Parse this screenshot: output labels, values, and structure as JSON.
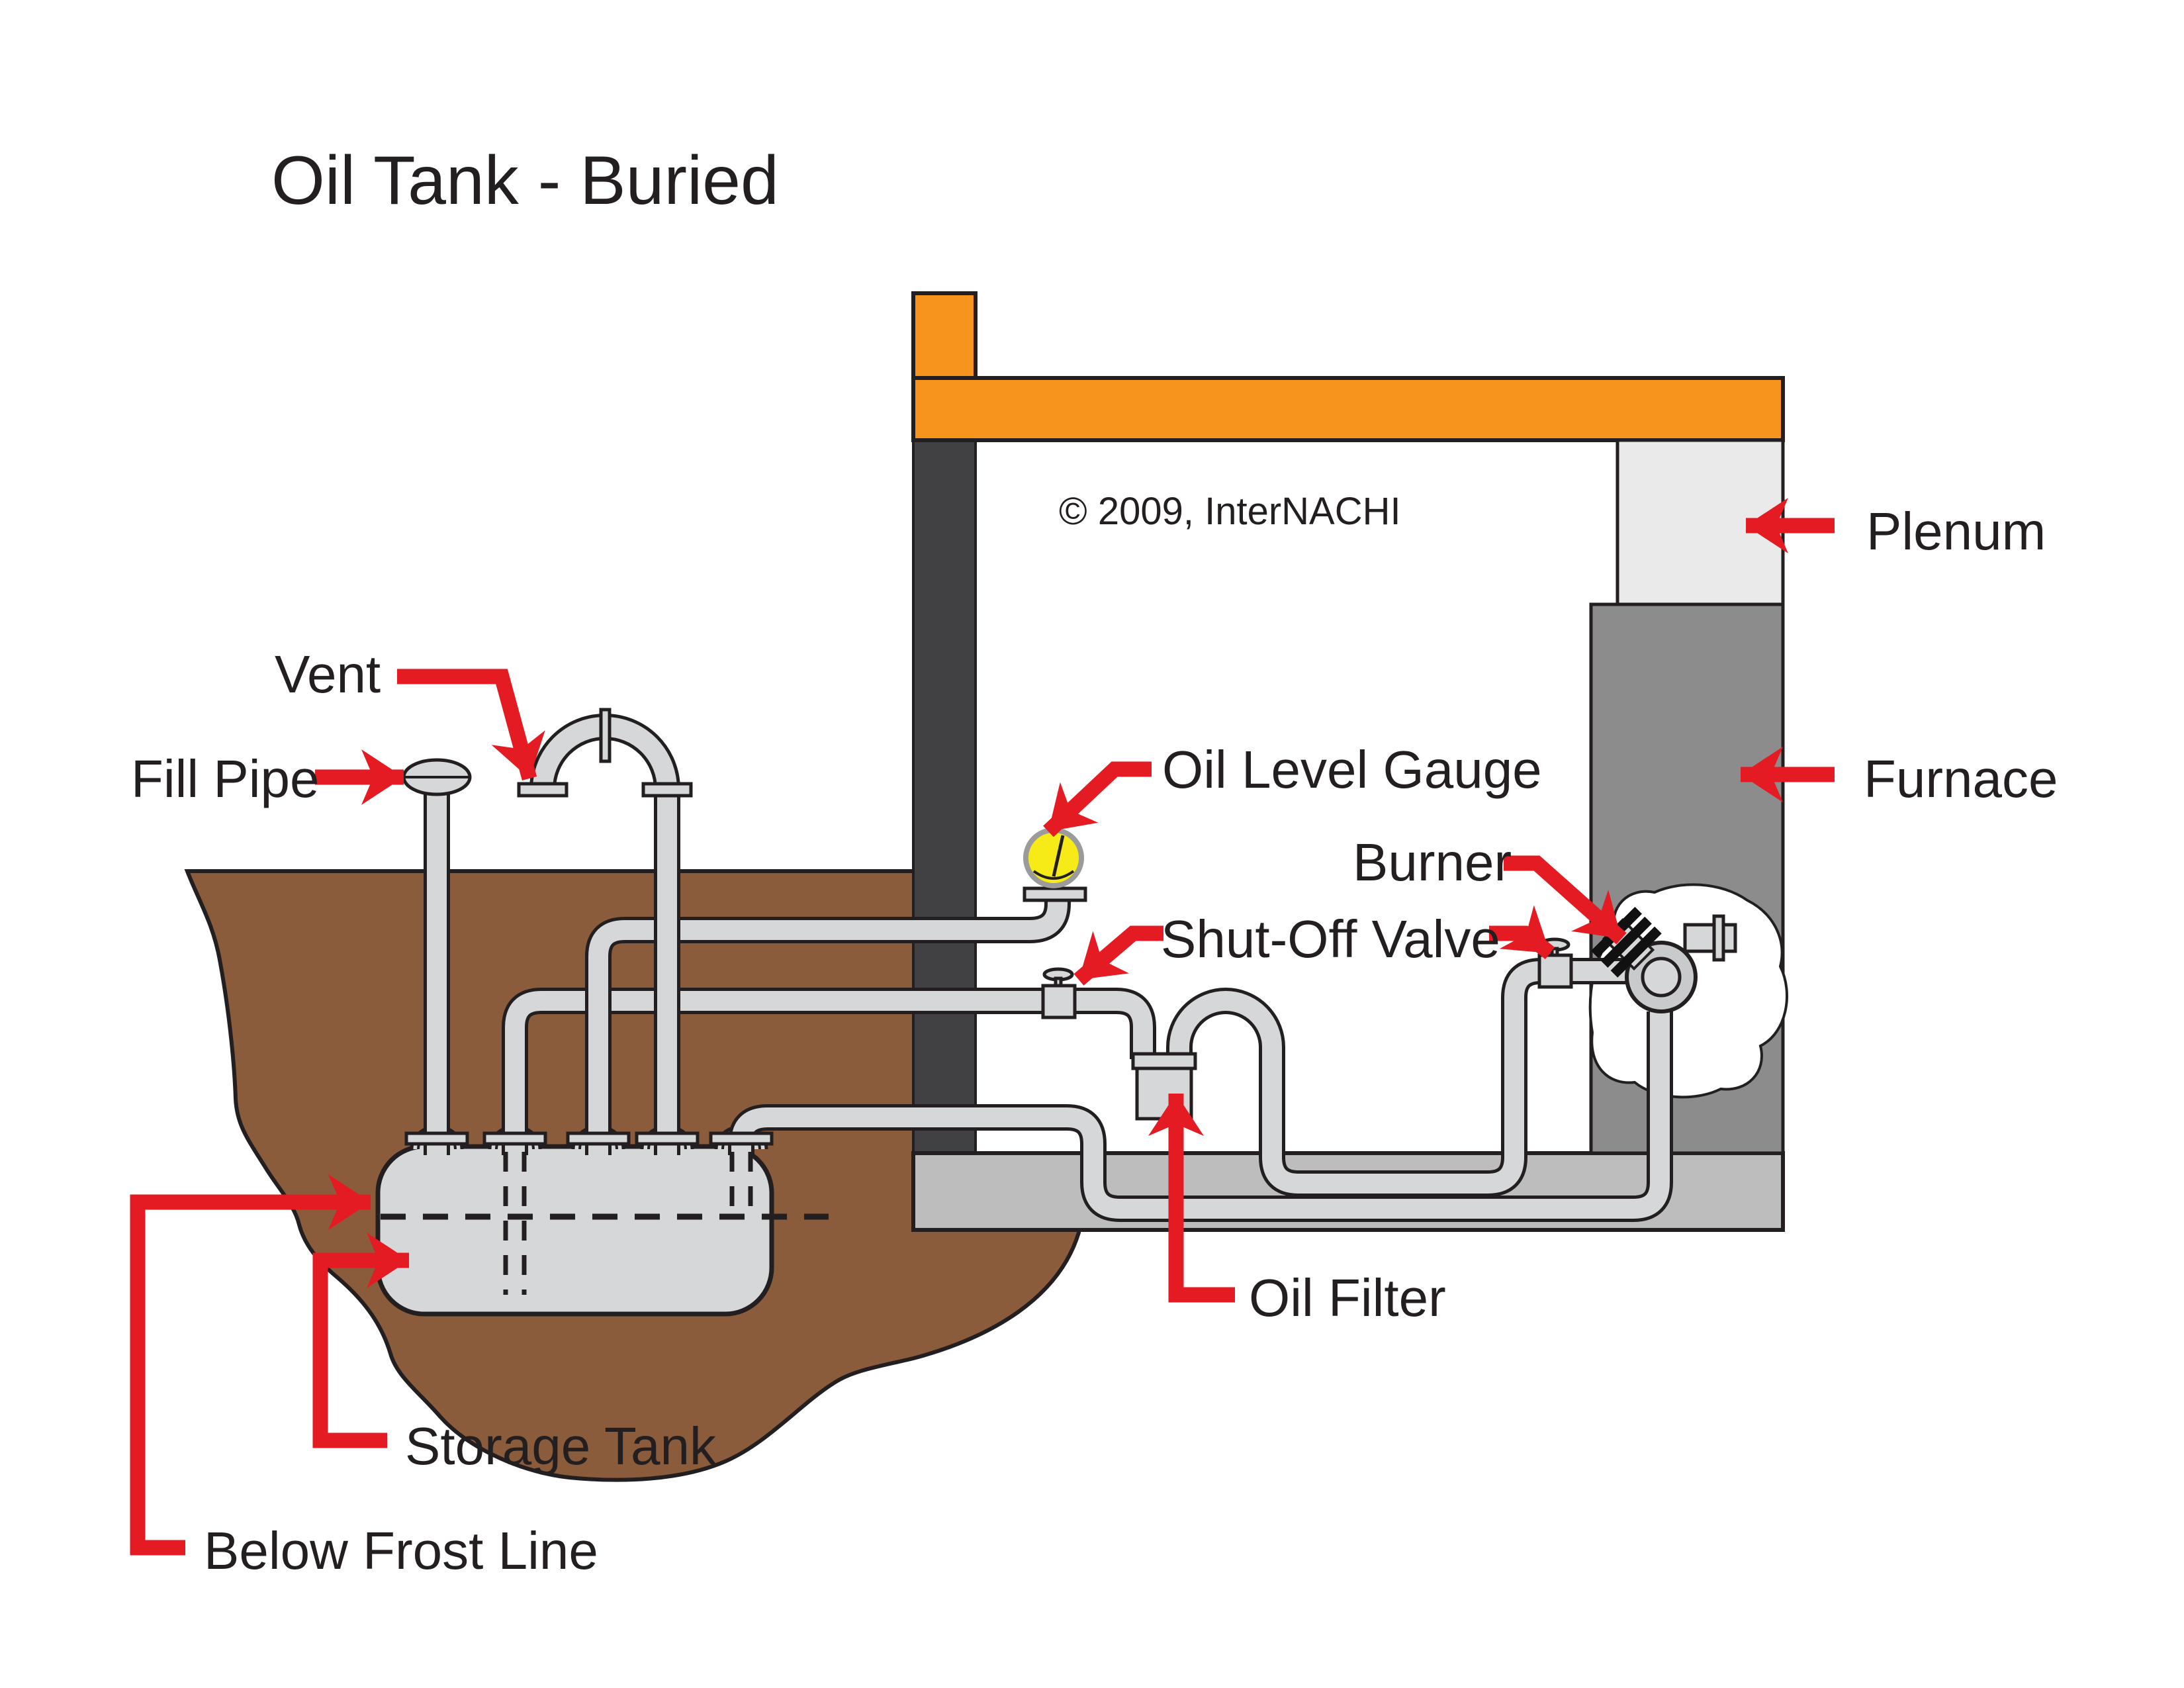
{
  "title": "Oil Tank - Buried",
  "copyright": "© 2009, InterNACHI",
  "labels": {
    "vent": "Vent",
    "fill_pipe": "Fill Pipe",
    "oil_level_gauge": "Oil Level Gauge",
    "burner": "Burner",
    "shut_off_valve": "Shut-Off Valve",
    "plenum": "Plenum",
    "furnace": "Furnace",
    "oil_filter": "Oil Filter",
    "storage_tank": "Storage Tank",
    "below_frost_line": "Below Frost Line"
  },
  "colors": {
    "arrow_red": "#e51b23",
    "joist_orange": "#f7941e",
    "earth_brown": "#8a5c3b",
    "wall_dark": "#414144",
    "furnace_gray": "#8c8c8c",
    "plenum_gray": "#eaeaea",
    "slab_gray": "#bdbdbd",
    "pipe_gray": "#d6d7d8",
    "gauge_yellow": "#f6eb16",
    "outline_black": "#231f20",
    "text_black": "#231f20"
  }
}
